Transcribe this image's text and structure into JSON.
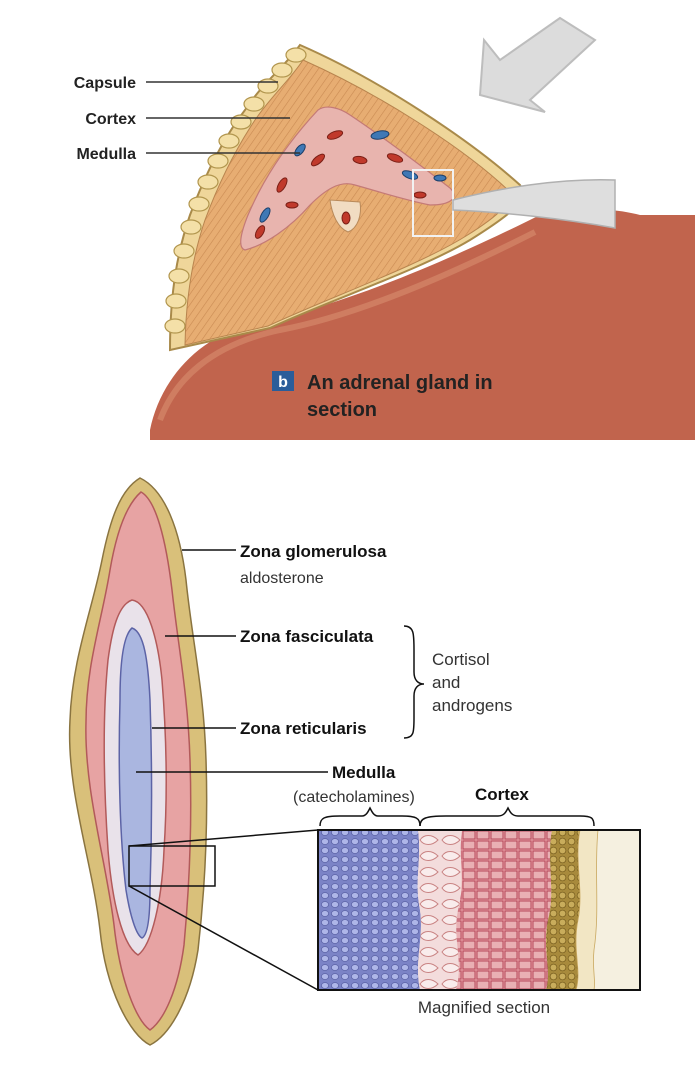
{
  "top_panel": {
    "labels": {
      "capsule": "Capsule",
      "cortex": "Cortex",
      "medulla": "Medulla"
    },
    "caption": {
      "badge": "b",
      "line1": "An adrenal gland in",
      "line2": "section"
    }
  },
  "bottom_panel": {
    "zones": {
      "glomerulosa": {
        "name": "Zona glomerulosa",
        "hormone": "aldosterone"
      },
      "fasciculata": {
        "name": "Zona fasciculata"
      },
      "reticularis": {
        "name": "Zona reticularis"
      }
    },
    "bracket_text": {
      "line1": "Cortisol",
      "line2": "and",
      "line3": "androgens"
    },
    "medulla": {
      "name": "Medulla",
      "hormone": "(catecholamines)"
    },
    "magnified": {
      "cortex_label": "Cortex",
      "caption": "Magnified section"
    }
  },
  "colors": {
    "capsule_tan": "#d9c07a",
    "cortex_orange": "#e3a96c",
    "medulla_pink": "#e8b4ae",
    "kidney_red": "#c1644d",
    "glomerulosa_pink": "#e7a3a3",
    "reticularis_lavender": "#e9e2ea",
    "medulla_blue": "#aab6e0",
    "caption_badge_blue": "#2a5d9a"
  }
}
